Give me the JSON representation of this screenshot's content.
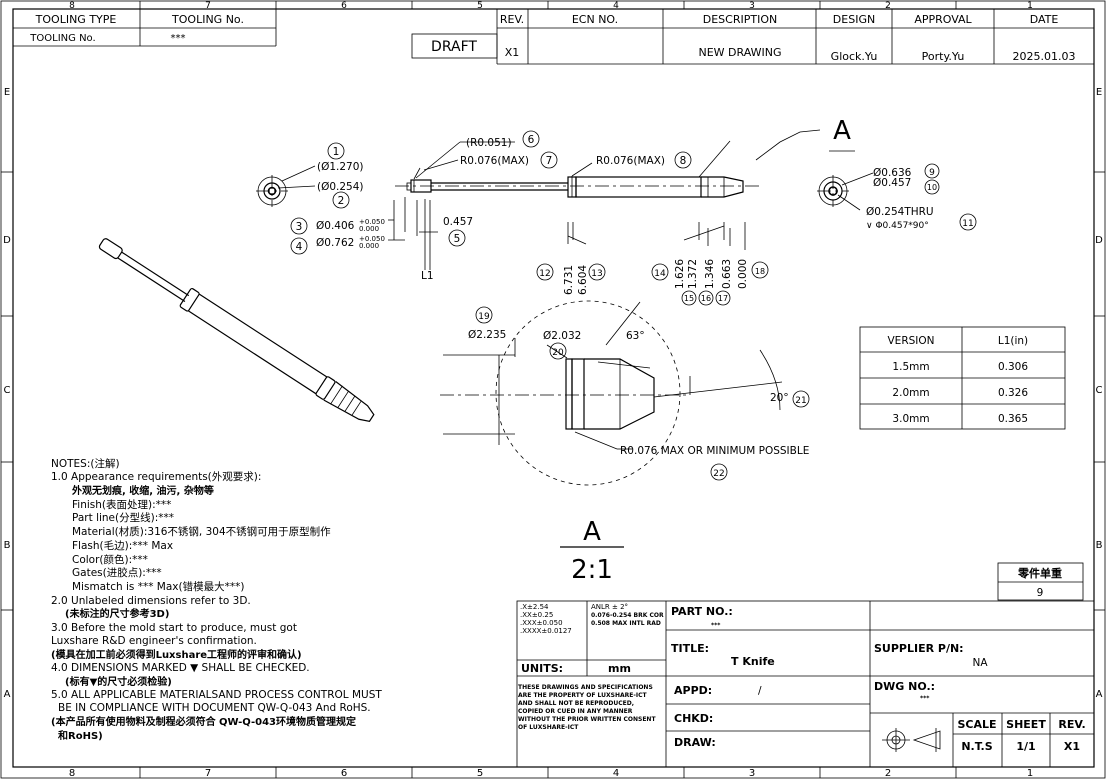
{
  "border": {
    "col_numbers": [
      "8",
      "7",
      "6",
      "5",
      "4",
      "3",
      "2",
      "1"
    ],
    "row_letters": [
      "E",
      "D",
      "C",
      "B",
      "A"
    ]
  },
  "header": {
    "tooling_type_label": "TOOLING TYPE",
    "tooling_no_header": "TOOLING No.",
    "tooling_no_label": "TOOLING No.",
    "tooling_no_value": "***",
    "draft": "DRAFT",
    "rev_label": "REV.",
    "rev_value": "X1",
    "ecn_label": "ECN NO.",
    "description_label": "DESCRIPTION",
    "description_value": "NEW DRAWING",
    "design_label": "DESIGN",
    "design_value": "Glock.Yu",
    "approval_label": "APPROVAL",
    "approval_value": "Porty.Yu",
    "date_label": "DATE",
    "date_value": "2025.01.03"
  },
  "callouts": {
    "c1_num": "1",
    "c1_txt": "(Ø1.270)",
    "c2_num": "2",
    "c2_txt": "(Ø0.254)",
    "c3_num": "3",
    "c3_txt": "Ø0.406",
    "c4_num": "4",
    "c4_txt": "Ø0.762",
    "tol_plus": "+0.050",
    "tol_zero": "0.000",
    "c5_num": "5",
    "c5_txt": "0.457",
    "l1": "L1",
    "c6_num": "6",
    "c6_txt": "(R0.051)",
    "c7_num": "7",
    "c7_txt": "R0.076(MAX)",
    "c8_num": "8",
    "c8_txt": "R0.076(MAX)",
    "c9_num": "9",
    "c9_txt": "Ø0.636",
    "c10_num": "10",
    "c10_txt": "Ø0.457",
    "c11_num": "11",
    "c11_txt": "Ø0.254THRU",
    "c11_sub": "∨ Φ0.457*90°",
    "d12": "6.731",
    "d13": "6.604",
    "c12_num": "12",
    "c13_num": "13",
    "d14": "1.626",
    "d15": "1.372",
    "d16": "1.346",
    "d17": "0.663",
    "d18": "0.000",
    "c14_num": "14",
    "c15_num": "15",
    "c16_num": "16",
    "c17_num": "17",
    "c18_num": "18",
    "section_a": "A",
    "c19_num": "19",
    "c19_txt": "Ø2.235",
    "c20_num": "20",
    "c20_txt": "Ø2.032",
    "angle63": "63°",
    "c21_num": "21",
    "angle20": "20°",
    "c22_num": "22",
    "c22_txt": "R0.076 MAX OR MINIMUM POSSIBLE",
    "detail_a": "A",
    "detail_scale": "2:1"
  },
  "version_table": {
    "header": [
      "VERSION",
      "L1(in)"
    ],
    "rows": [
      [
        "1.5mm",
        "0.306"
      ],
      [
        "2.0mm",
        "0.326"
      ],
      [
        "3.0mm",
        "0.365"
      ]
    ]
  },
  "parts": {
    "label": "零件单重",
    "value": "9"
  },
  "notes": [
    "NOTES:(注解)",
    "1.0 Appearance requirements(外观要求):",
    "外观无划痕, 收缩, 油污, 杂物等",
    "Finish(表面处理):***",
    "Part line(分型线):***",
    "Material(材质):316不锈钢, 304不锈钢可用于原型制作",
    "Flash(毛边):*** Max",
    "Color(颜色):***",
    "Gates(进胶点):***",
    "Mismatch is *** Max(错模最大***)",
    "2.0 Unlabeled dimensions refer to 3D.",
    "(未标注的尺寸参考3D)",
    "3.0 Before the mold start to produce, must got",
    "Luxshare R&D engineer's confirmation.",
    "(模具在加工前必须得到Luxshare工程师的评审和确认)",
    "4.0 DIMENSIONS MARKED ▼ SHALL BE CHECKED.",
    "(标有▼的尺寸必须检验)",
    "5.0 ALL APPLICABLE MATERIALSAND PROCESS CONTROL MUST",
    "BE IN COMPLIANCE WITH DOCUMENT QW-Q-043 And RoHS.",
    "(本产品所有使用物料及制程必须符合 QW-Q-043环境物质管理规定",
    "和RoHS)"
  ],
  "title_block": {
    "tol1": ".X±2.54",
    "tol2": ".XX±0.25",
    "tol3": ".XXX±0.050",
    "tol4": ".XXXX±0.0127",
    "ang1": "ANLR ± 2°",
    "ang2": "0.076-0.254 BRK COR",
    "ang3": "0.508 MAX INTL RAD",
    "units_label": "UNITS:",
    "units_value": "mm",
    "prop1": "THESE DRAWINGS AND SPECIFICATIONS",
    "prop2": "ARE THE PROPERTY OF LUXSHARE-ICT",
    "prop3": "AND SHALL NOT BE REPRODUCED,",
    "prop4": "COPIED OR CUED IN ANY MANNER",
    "prop5": "WITHOUT THE PRIOR WRITTEN CONSENT",
    "prop6": "OF LUXSHARE-ICT",
    "part_no_label": "PART NO.:",
    "part_no_value": "***",
    "title_label": "TITLE:",
    "title_value": "T Knife",
    "supplier_label": "SUPPLIER P/N:",
    "supplier_value": "NA",
    "appd_label": "APPD:",
    "appd_value": "/",
    "chkd_label": "CHKD:",
    "draw_label": "DRAW:",
    "dwg_label": "DWG NO.:",
    "dwg_value": "***",
    "scale_label": "SCALE",
    "scale_value": "N.T.S",
    "sheet_label": "SHEET",
    "sheet_value": "1/1",
    "rev_label": "REV.",
    "rev_value": "X1"
  }
}
